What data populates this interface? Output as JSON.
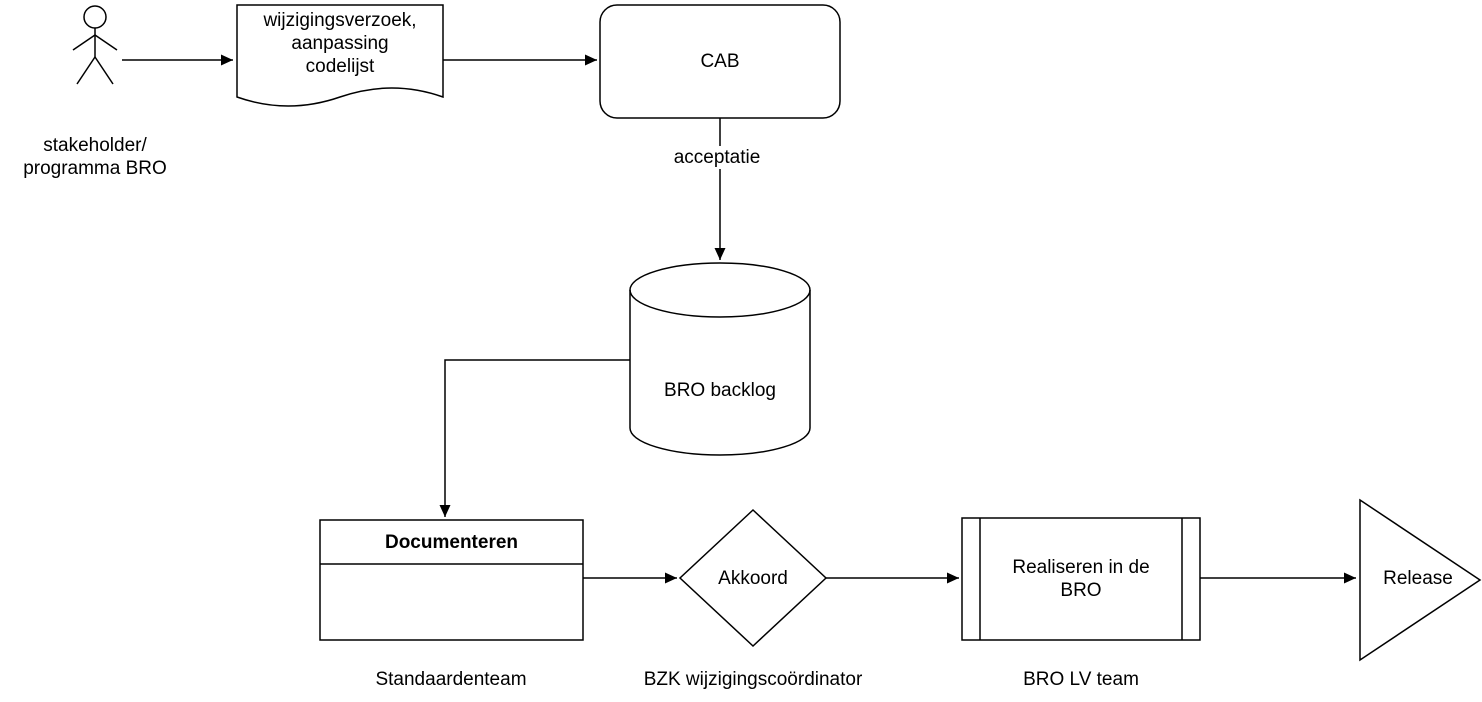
{
  "diagram": {
    "nodes": {
      "actor_label": "stakeholder/\nprogramma BRO",
      "document_label": "wijzigingsverzoek,\naanpassing\ncodelijst",
      "cab_label": "CAB",
      "backlog_label": "BRO backlog",
      "documenteren_title": "Documenteren",
      "akkoord_label": "Akkoord",
      "realiseren_label": "Realiseren in de\nBRO",
      "release_label": "Release"
    },
    "edge_labels": {
      "acceptatie": "acceptatie"
    },
    "lane_labels": {
      "standaardenteam": "Standaardenteam",
      "bzk_coordinator": "BZK wijzigingscoördinator",
      "bro_lv_team": "BRO LV team"
    },
    "colors": {
      "stroke": "#000000",
      "fill": "#ffffff",
      "background": "#ffffff",
      "text": "#000000"
    }
  }
}
